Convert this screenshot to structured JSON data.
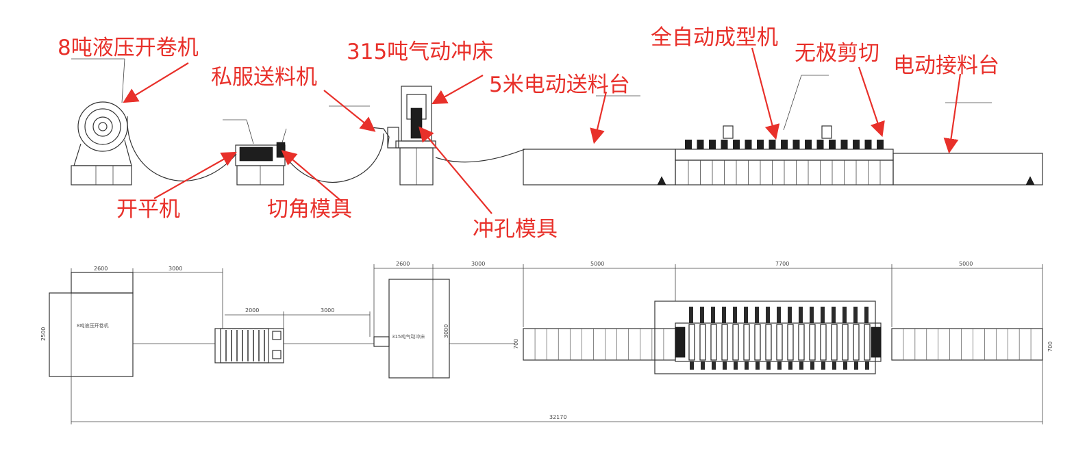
{
  "labels": {
    "uncoiler": "8吨液压开卷机",
    "servo_feeder": "私服送料机",
    "press": "315吨气动冲床",
    "feed_table": "5米电动送料台",
    "forming_machine": "全自动成型机",
    "flying_cut": "无极剪切",
    "receiving_table": "电动接料台",
    "leveler": "开平机",
    "corner_die": "切角模具",
    "punch_die": "冲孔模具"
  },
  "dimensions": {
    "uncoiler_width": "2600",
    "gap_1": "3000",
    "feeder_width": "2000",
    "gap_2": "3000",
    "press_width": "2600",
    "gap_3": "3000",
    "feed_table_length": "5000",
    "forming_length": "7700",
    "receiving_length": "5000",
    "total_length": "32170",
    "uncoiler_depth": "2500",
    "press_depth": "3000",
    "line_width_a": "700",
    "line_width_b": "700"
  },
  "plan_text": {
    "uncoiler_box": "8吨液压开卷机",
    "press_box": "315吨气动冲床"
  },
  "colors": {
    "annotation": "#e8302a",
    "drawing": "#333333"
  }
}
